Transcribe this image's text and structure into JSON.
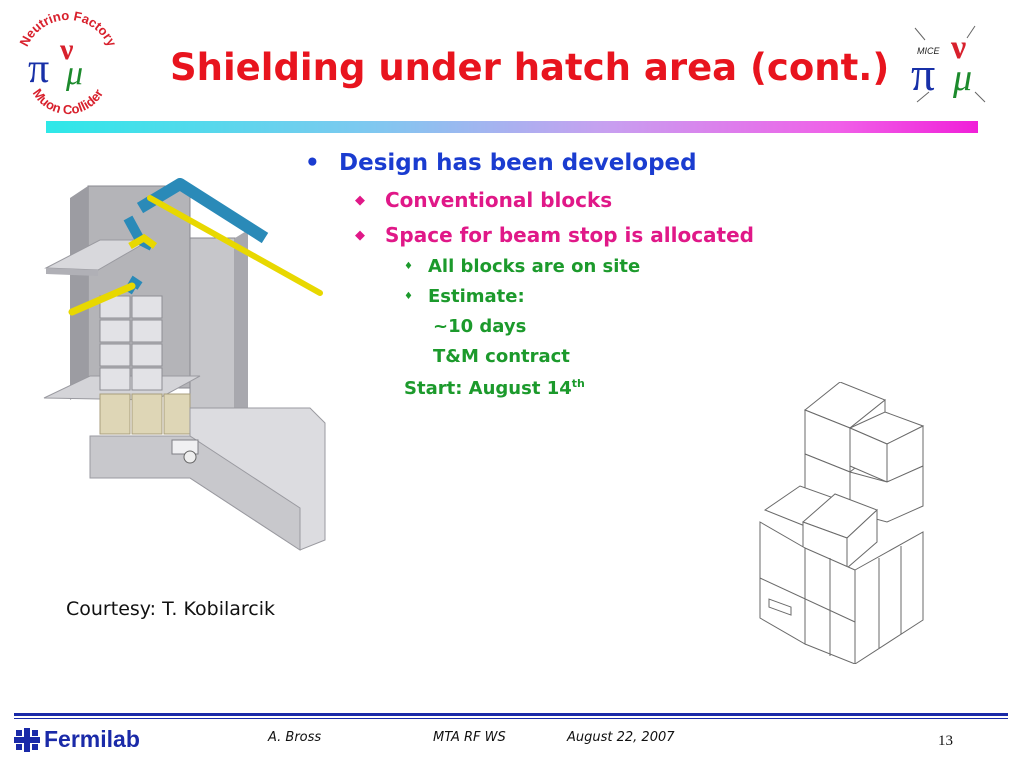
{
  "slide": {
    "title": "Shielding under hatch area (cont.)",
    "bullets": {
      "l1": "Design has been developed",
      "l2_a": "Conventional blocks",
      "l2_b": "Space for beam stop is allocated",
      "l3_a": "All blocks are on site",
      "l3_b": "Estimate:",
      "l3_b1": "~10 days",
      "l3_b2": "T&M contract",
      "start": "Start: August 14",
      "start_sup": "th"
    },
    "markers": {
      "l1": "•",
      "l2": "◆",
      "l3": "♦"
    },
    "courtesy": "Courtesy: T. Kobilarcik"
  },
  "logos": {
    "left_top": "Neutrino Factory",
    "left_bottom": "Muon Collider",
    "right_label": "MICE",
    "fermilab": "Fermilab"
  },
  "footer": {
    "author": "A. Bross",
    "event": "MTA RF WS",
    "date": "August 22, 2007",
    "page": "13"
  },
  "colors": {
    "title": "#e8141e",
    "level1": "#1a3cd0",
    "level2": "#e01888",
    "level3": "#1c9a2c",
    "footer_rule": "#1a2aa8"
  }
}
